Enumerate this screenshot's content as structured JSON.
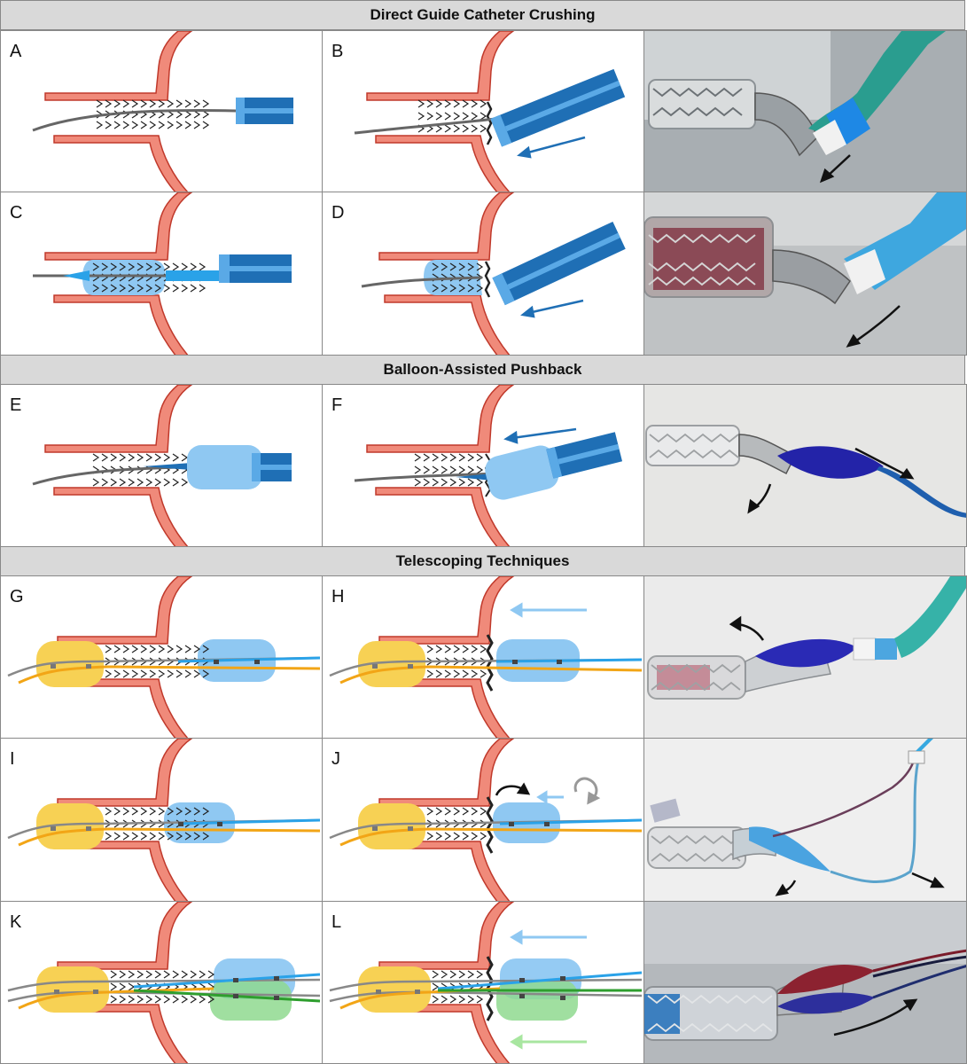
{
  "sections": [
    {
      "title": "Direct Guide Catheter Crushing"
    },
    {
      "title": "Balloon-Assisted Pushback"
    },
    {
      "title": "Telescoping Techniques"
    }
  ],
  "panels": {
    "A": "A",
    "B": "B",
    "C": "C",
    "D": "D",
    "E": "E",
    "F": "F",
    "G": "G",
    "H": "H",
    "I": "I",
    "J": "J",
    "K": "K",
    "L": "L"
  },
  "colors": {
    "vessel_wall": "#f08a7a",
    "vessel_outline": "#c0392b",
    "catheter_blue": "#1f6fb5",
    "catheter_light": "#5aa9e6",
    "balloon_blue": "#8fc8f2",
    "balloon_yellow": "#f7d154",
    "balloon_green": "#8fd98f",
    "wire_orange": "#f2a516",
    "wire_blue": "#2aa2e8",
    "wire_green": "#2e9e2e",
    "wire_gray": "#666666"
  }
}
